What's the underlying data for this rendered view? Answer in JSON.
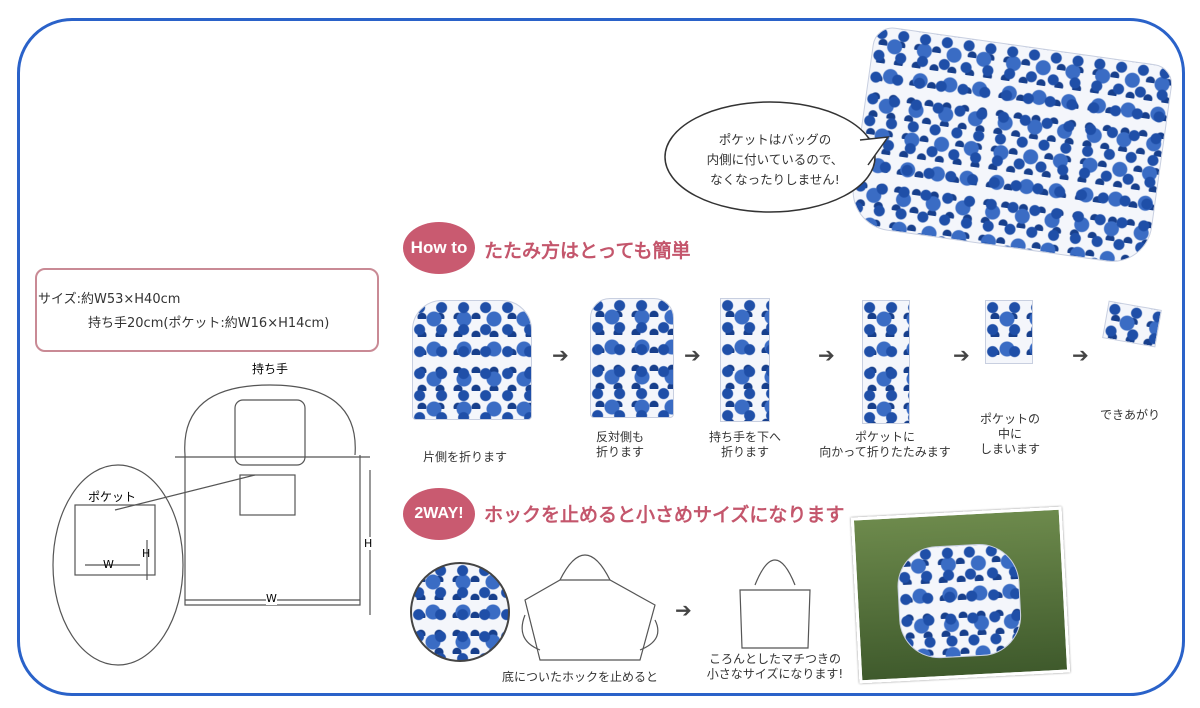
{
  "speech_bubble": "ポケットはバッグの\n内側に付いているので、\nなくなったりしません!",
  "howto": {
    "badge": "How to",
    "heading": "たたみ方はとっても簡単"
  },
  "steps": [
    {
      "label": "片側を折ります"
    },
    {
      "label": "反対側も\n折ります"
    },
    {
      "label": "持ち手を下へ\n折ります"
    },
    {
      "label": "ポケットに\n向かって折りたたみます"
    },
    {
      "label": "ポケットの\n中に\nしまいます"
    },
    {
      "label": "できあがり"
    }
  ],
  "twoway": {
    "badge": "2WAY!",
    "heading": "ホックを止めると小さめサイズになります",
    "caption_left": "底についたホックを止めると",
    "caption_right": "ころんとしたマチつきの\n小さなサイズになります!"
  },
  "spec": {
    "line1": "サイズ:約W53×H40cm",
    "line2": "持ち手20cm(ポケット:約W16×H14cm)"
  },
  "diagram": {
    "handle_label": "持ち手",
    "pocket_label": "ポケット",
    "w": "W",
    "h": "H"
  },
  "colors": {
    "frame": "#2a62c9",
    "accent": "#c4566c",
    "pattern": "#1f4fa8"
  }
}
